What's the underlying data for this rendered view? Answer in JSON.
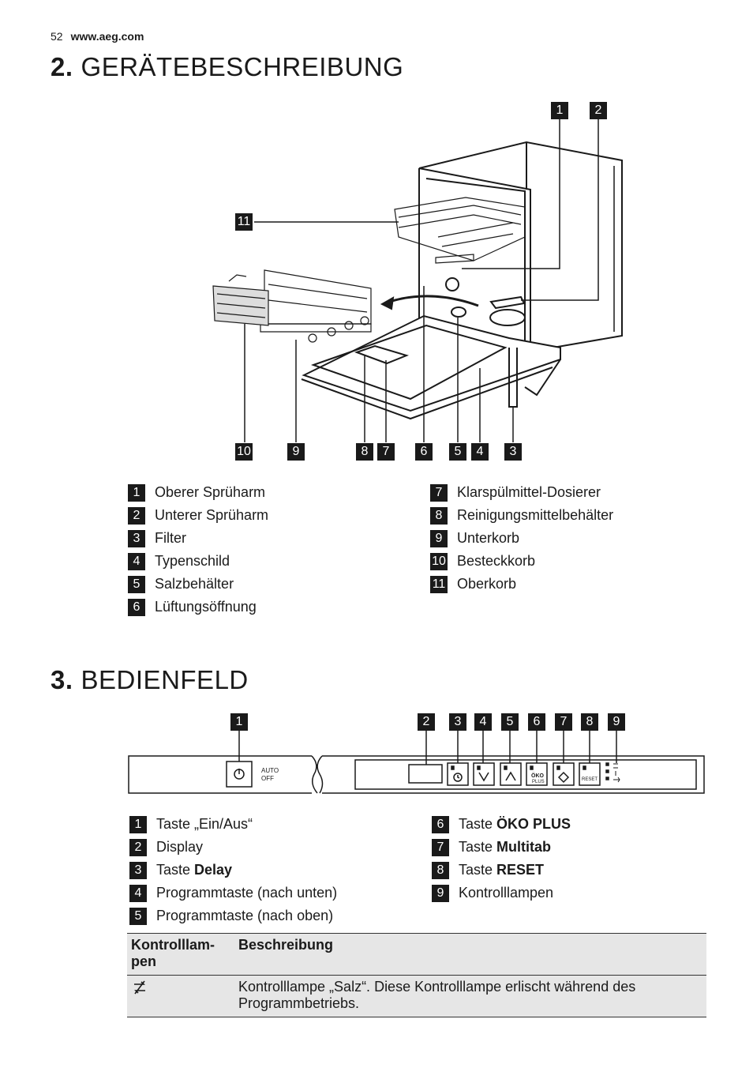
{
  "header": {
    "page_number": "52",
    "url": "www.aeg.com"
  },
  "section2": {
    "number": "2.",
    "title": "GERÄTEBESCHREIBUNG",
    "legend_left": [
      {
        "n": "1",
        "label": "Oberer Sprüharm"
      },
      {
        "n": "2",
        "label": "Unterer Sprüharm"
      },
      {
        "n": "3",
        "label": "Filter"
      },
      {
        "n": "4",
        "label": "Typenschild"
      },
      {
        "n": "5",
        "label": "Salzbehälter"
      },
      {
        "n": "6",
        "label": "Lüftungsöffnung"
      }
    ],
    "legend_right": [
      {
        "n": "7",
        "label": "Klarspülmittel-Dosierer"
      },
      {
        "n": "8",
        "label": "Reinigungsmittelbehälter"
      },
      {
        "n": "9",
        "label": "Unterkorb"
      },
      {
        "n": "10",
        "label": "Besteckkorb"
      },
      {
        "n": "11",
        "label": "Oberkorb"
      }
    ],
    "callouts": [
      "1",
      "2",
      "11",
      "10",
      "9",
      "8",
      "7",
      "6",
      "5",
      "4",
      "3"
    ]
  },
  "section3": {
    "number": "3.",
    "title": "BEDIENFELD",
    "panel": {
      "auto_label": "AUTO",
      "off_label": "OFF",
      "oeko_label": "ÖKO",
      "plus_label": "PLUS",
      "reset_label": "RESET"
    },
    "callouts": [
      "1",
      "2",
      "3",
      "4",
      "5",
      "6",
      "7",
      "8",
      "9"
    ],
    "legend_left": [
      {
        "n": "1",
        "prefix": "Taste „Ein/Aus“",
        "bold": ""
      },
      {
        "n": "2",
        "prefix": "Display",
        "bold": ""
      },
      {
        "n": "3",
        "prefix": "Taste ",
        "bold": "Delay"
      },
      {
        "n": "4",
        "prefix": "Programmtaste (nach unten)",
        "bold": ""
      },
      {
        "n": "5",
        "prefix": "Programmtaste (nach oben)",
        "bold": ""
      }
    ],
    "legend_right": [
      {
        "n": "6",
        "prefix": "Taste ",
        "bold": "ÖKO PLUS"
      },
      {
        "n": "7",
        "prefix": "Taste ",
        "bold": "Multitab"
      },
      {
        "n": "8",
        "prefix": "Taste ",
        "bold": "RESET"
      },
      {
        "n": "9",
        "prefix": "Kontrolllampen",
        "bold": ""
      }
    ],
    "table": {
      "col1_header_line1": "Kontrolllam-",
      "col1_header_line2": "pen",
      "col2_header": "Beschreibung",
      "row1_icon": "salt-indicator-icon",
      "row1_line1": "Kontrolllampe „Salz“. Diese Kontrolllampe erlischt während des",
      "row1_line2": "Programmbetriebs."
    }
  }
}
